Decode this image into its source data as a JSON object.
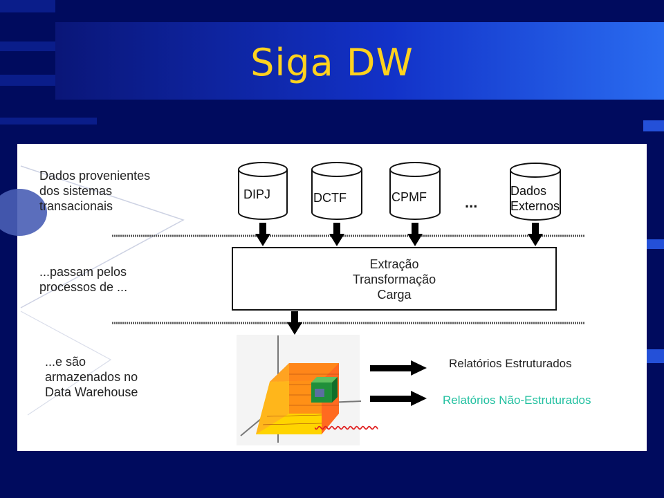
{
  "slide": {
    "title": "Siga DW",
    "colors": {
      "background": "#000b5e",
      "title": "#ffd21e",
      "accent": "#2a6cf0"
    }
  },
  "left_text": {
    "sources": "Dados provenientes\ndos sistemas\ntransacionais",
    "processes": "...passam pelos\nprocessos de ...",
    "stored": "...e são\narmazenados no\nData Warehouse"
  },
  "databases": [
    {
      "label": "DIPJ"
    },
    {
      "label": "DCTF"
    },
    {
      "label": "CPMF"
    },
    {
      "label": "Dados\nExternos"
    }
  ],
  "ellipsis": "...",
  "process": {
    "lines": [
      "Extração",
      "Transformação",
      "Carga"
    ]
  },
  "reports": {
    "structured": "Relatórios Estruturados",
    "unstructured": "Relatórios Não-Estruturados",
    "colors": {
      "structured": "#222222",
      "unstructured": "#22c0a0"
    }
  },
  "cube": {
    "colors": {
      "front": "#ff8a18",
      "top": "#ff5a28",
      "side": "#ffd400",
      "inner": "#1f8f3a"
    }
  }
}
